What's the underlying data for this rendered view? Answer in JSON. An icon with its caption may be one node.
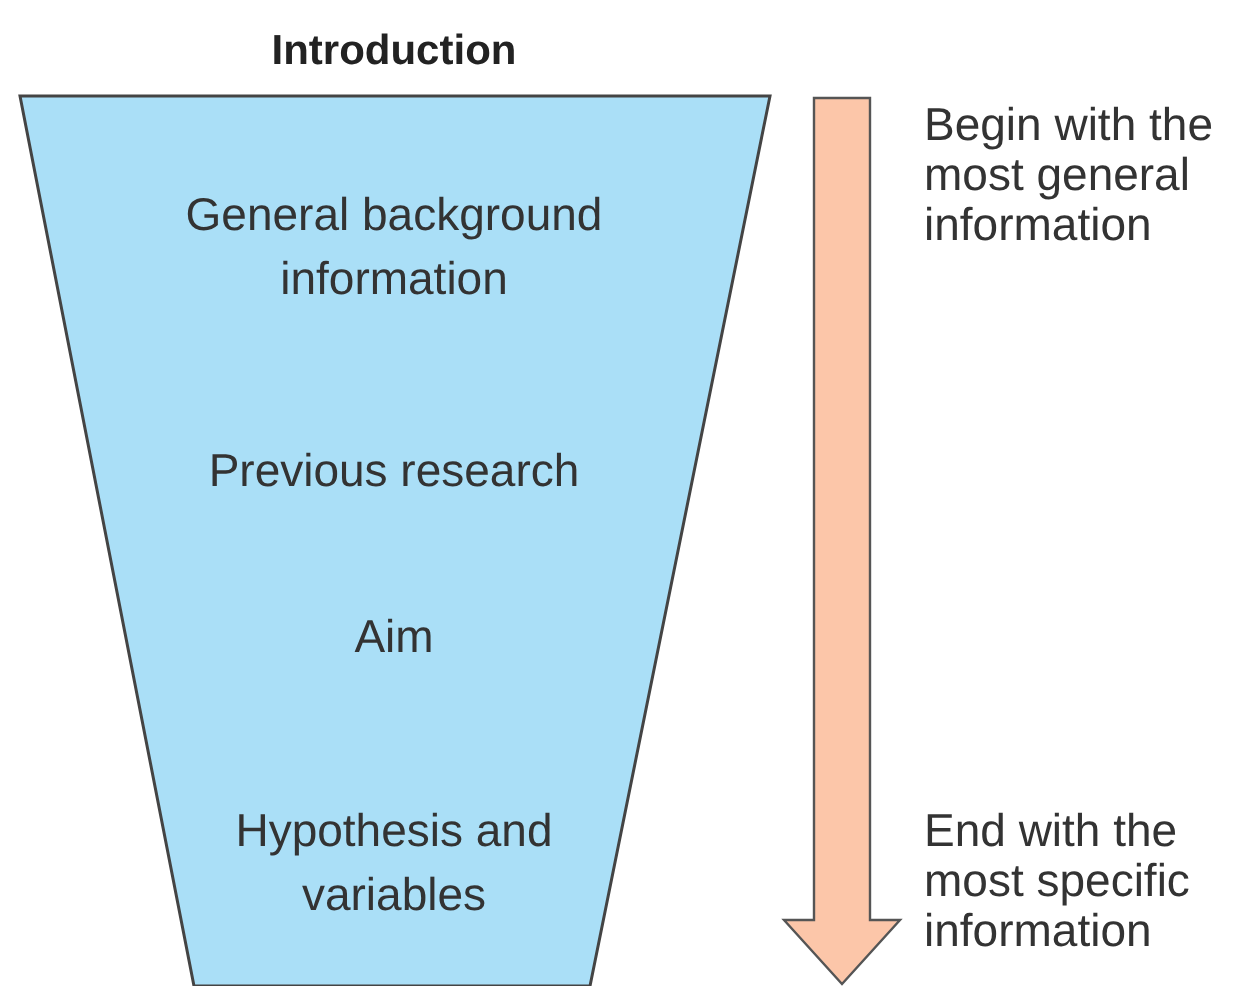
{
  "diagram": {
    "nodes": [
      {
        "text": [
          "Introduction",
          "General background information",
          "Previous research",
          "Aim",
          "Hypothesis and variables"
        ]
      }
    ],
    "labels": [
      "Begin with the most general information",
      "End with the most specific information"
    ]
  }
}
